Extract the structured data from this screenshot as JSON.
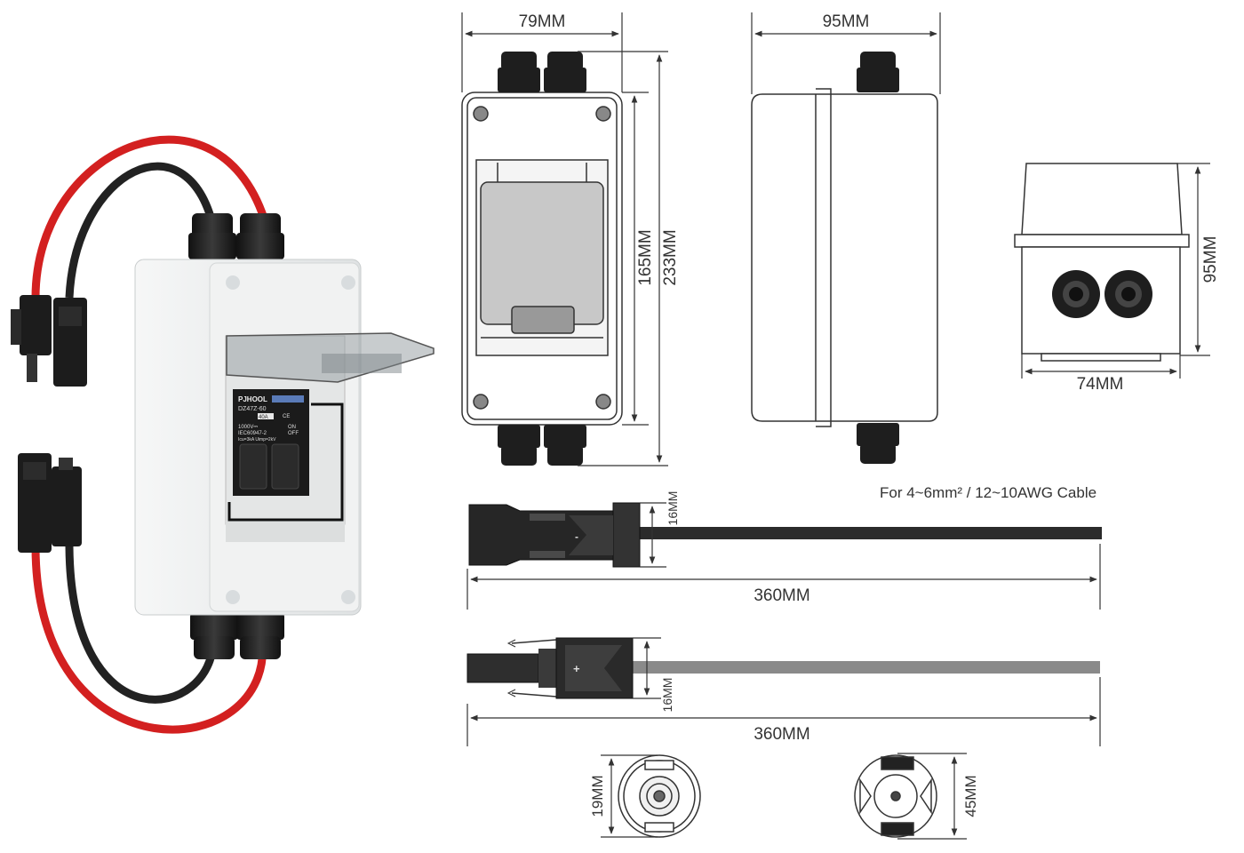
{
  "breaker": {
    "brand": "PJHOOL",
    "model": "DZ47Z-60",
    "rating": "40A",
    "spec_line_1": "1000V⎓",
    "spec_line_2": "IEC60947-2",
    "spec_line_3": "Icu=3kA  Uimp=2kV",
    "marks": "CE",
    "state_on": "ON",
    "state_off": "OFF"
  },
  "dimensions": {
    "front_width": "79MM",
    "side_width": "95MM",
    "inner_height": "165MM",
    "total_height": "233MM",
    "end_height": "95MM",
    "end_width": "74MM",
    "cable_note": "For 4~6mm² / 12~10AWG Cable",
    "female_conn_dia": "16MM",
    "female_cable_len": "360MM",
    "male_conn_dia": "16MM",
    "male_cable_len": "360MM",
    "male_face_dia": "19MM",
    "female_face_dia": "45MM"
  },
  "connector_symbols": {
    "negative": "-",
    "positive": "+"
  },
  "colors": {
    "red_wire": "#d32020",
    "black_wire": "#222222",
    "box_body": "#eceeee",
    "gland": "#262626",
    "line": "#333333",
    "breaker_window": "#c8c8c8"
  }
}
